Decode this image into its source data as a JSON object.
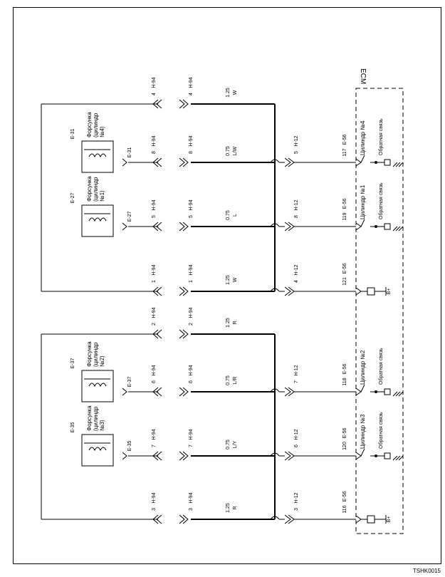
{
  "ecm": {
    "label": "ECM"
  },
  "footer": {
    "code": "TSHK0015"
  },
  "connectors": {
    "harness_a": "H-94",
    "harness_b": "H-12",
    "ecm_conn": "E-56"
  },
  "power": {
    "label": "B+"
  },
  "feedback_label": "Обратная связь",
  "rows": [
    {
      "id": "r121",
      "ecm_pin": "121",
      "h12_pin": "4",
      "h94_pin": "1",
      "wire_gauge": "1.25",
      "wire_color": "W",
      "power": true
    },
    {
      "id": "r119",
      "ecm_pin": "119",
      "h12_pin": "8",
      "h94_pin": "5",
      "wire_gauge": "0.75",
      "wire_color": "L",
      "cyl_label": "Цилиндр №1",
      "injector": {
        "conn": "E-27",
        "text": [
          "Форсунка",
          "(цилиндр",
          "№1)"
        ]
      }
    },
    {
      "id": "r117",
      "ecm_pin": "117",
      "h12_pin": "5",
      "h94_pin": "8",
      "wire_gauge": "0.75",
      "wire_color": "L/W",
      "cyl_label": "Цилиндр №4",
      "injector": {
        "conn": "E-31",
        "text": [
          "Форсунка",
          "(цилиндр",
          "№4)"
        ]
      }
    },
    {
      "id": "rtop2",
      "h94_pin": "4",
      "wire_gauge": "1.25",
      "wire_color": "W"
    },
    {
      "id": "rtop1",
      "h94_pin": "2",
      "wire_gauge": "1.25",
      "wire_color": "R"
    },
    {
      "id": "r118",
      "ecm_pin": "118",
      "h12_pin": "7",
      "h94_pin": "6",
      "wire_gauge": "0.75",
      "wire_color": "L/R",
      "cyl_label": "Цилиндр №2",
      "injector": {
        "conn": "E-37",
        "text": [
          "Форсунка",
          "(цилиндр",
          "№2)"
        ]
      }
    },
    {
      "id": "r120",
      "ecm_pin": "120",
      "h12_pin": "6",
      "h94_pin": "7",
      "wire_gauge": "0.75",
      "wire_color": "L/Y",
      "cyl_label": "Цилиндр №3",
      "injector": {
        "conn": "E-35",
        "text": [
          "Форсунка",
          "(цилиндр",
          "№3)"
        ]
      }
    },
    {
      "id": "r116",
      "ecm_pin": "116",
      "h12_pin": "3",
      "h94_pin": "3",
      "wire_gauge": "1.25",
      "wire_color": "R",
      "power": true
    }
  ]
}
